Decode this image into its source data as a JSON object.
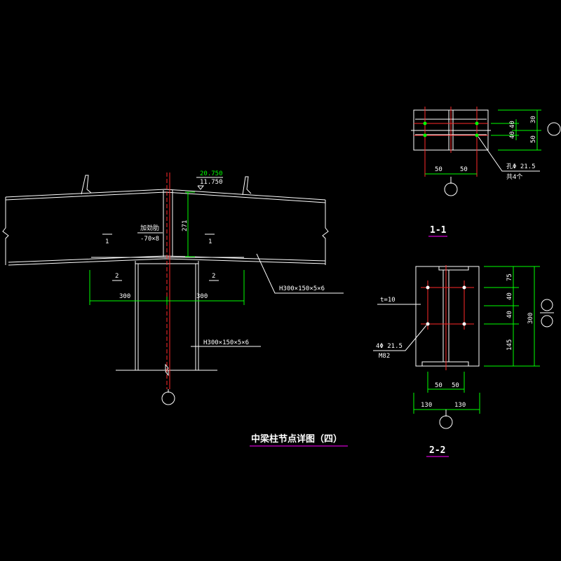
{
  "colors": {
    "background": "#000000",
    "line": "#ffffff",
    "dimension": "#00ff00",
    "centerline": "#ff2a2a",
    "title_underline": "#d000d0"
  },
  "main": {
    "title": "中梁柱节点详图（四）",
    "elevation_top": "20.750",
    "elevation_bottom": "11.750",
    "stiffener_label": "加劲肋",
    "stiffener_size": "-70×8",
    "section_mark_1": "1",
    "section_mark_2": "2",
    "dim_271": "271",
    "dim_300": "300",
    "beam_section": "H300×150×5×6",
    "column_section": "H300×150×5×6"
  },
  "section_1_1": {
    "title": "1-1",
    "dim_30": "30",
    "dim_40a": "40",
    "dim_40b": "40",
    "dim_50v": "50",
    "dim_50a": "50",
    "dim_50b": "50",
    "hole_label": "孔Φ 21.5",
    "hole_count": "共4个"
  },
  "section_2_2": {
    "title": "2-2",
    "plate_t": "t=10",
    "dim_75": "75",
    "dim_40a": "40",
    "dim_40b": "40",
    "dim_145": "145",
    "dim_300": "300",
    "dim_50a": "50",
    "dim_50b": "50",
    "dim_130a": "130",
    "dim_130b": "130",
    "bolt_label": "4Φ 21.5",
    "bolt_grade": "M82"
  }
}
